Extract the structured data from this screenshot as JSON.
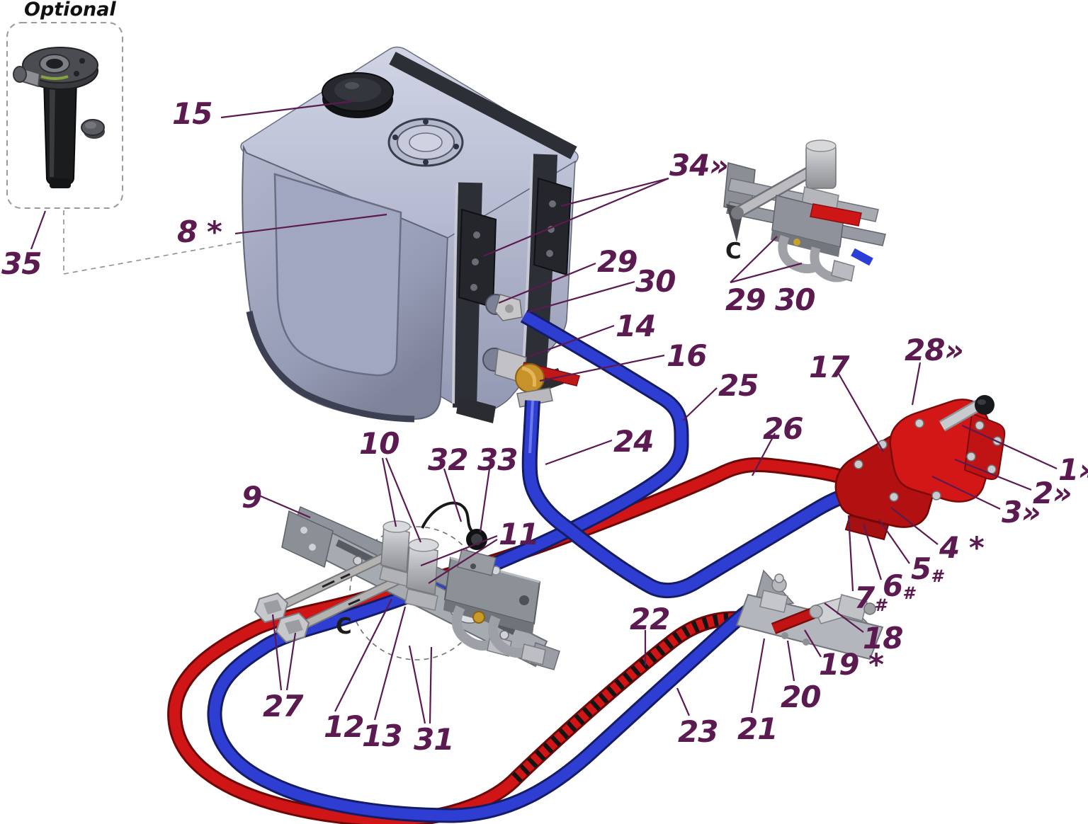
{
  "figure": {
    "type": "hydraulic-wet-kit-parts-diagram",
    "optional_box_label": "Optional",
    "detail_view_letter": "C",
    "colors": {
      "callout_text": "#5b1a50",
      "leader_line": "#5b1a50",
      "pressure_hose_red": "#cf1515",
      "suction_hose_blue": "#2e3ed2",
      "tank_body": "#aab0c9",
      "pump_body_red": "#d31717",
      "metal_gray": "#b4b6ba"
    }
  },
  "labels": [
    {
      "text": "15",
      "suffix": ""
    },
    {
      "text": "8",
      "suffix": " *"
    },
    {
      "text": "35",
      "suffix": ""
    },
    {
      "text": "34",
      "suffix": "»"
    },
    {
      "text": "29",
      "suffix": ""
    },
    {
      "text": "30",
      "suffix": ""
    },
    {
      "text": "14",
      "suffix": ""
    },
    {
      "text": "16",
      "suffix": ""
    },
    {
      "text": "25",
      "suffix": ""
    },
    {
      "text": "24",
      "suffix": ""
    },
    {
      "text": "26",
      "suffix": ""
    },
    {
      "text": "17",
      "suffix": ""
    },
    {
      "text": "28",
      "suffix": "»"
    },
    {
      "text": "1",
      "suffix": "»"
    },
    {
      "text": "2",
      "suffix": "»"
    },
    {
      "text": "3",
      "suffix": "»"
    },
    {
      "text": "4",
      "suffix": " *"
    },
    {
      "text": "5",
      "suffix": "#"
    },
    {
      "text": "6",
      "suffix": "#"
    },
    {
      "text": "7",
      "suffix": "#"
    },
    {
      "text": "9",
      "suffix": ""
    },
    {
      "text": "10",
      "suffix": ""
    },
    {
      "text": "32",
      "suffix": ""
    },
    {
      "text": "33",
      "suffix": ""
    },
    {
      "text": "11",
      "suffix": ""
    },
    {
      "text": "27",
      "suffix": ""
    },
    {
      "text": "12",
      "suffix": ""
    },
    {
      "text": "13",
      "suffix": ""
    },
    {
      "text": "31",
      "suffix": ""
    },
    {
      "text": "22",
      "suffix": ""
    },
    {
      "text": "23",
      "suffix": ""
    },
    {
      "text": "21",
      "suffix": ""
    },
    {
      "text": "20",
      "suffix": ""
    },
    {
      "text": "19",
      "suffix": " *"
    },
    {
      "text": "18",
      "suffix": ""
    },
    {
      "text": "C",
      "suffix": ""
    },
    {
      "text": "C",
      "suffix": ""
    },
    {
      "text": "29 30",
      "suffix": ""
    },
    {
      "text": "Optional",
      "suffix": ""
    }
  ]
}
